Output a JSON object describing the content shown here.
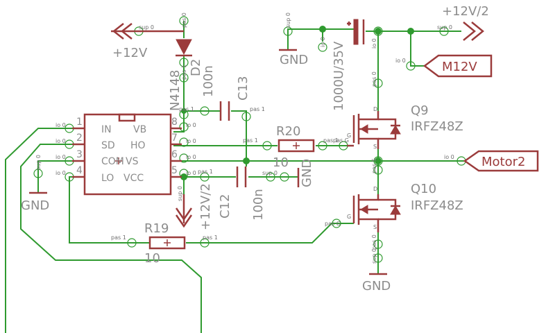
{
  "colors": {
    "wire": "#2f9a2f",
    "symbol": "#9b3b3b",
    "text": "#8c8c8c",
    "background": "#ffffff"
  },
  "labels": {
    "p12v_left": "+12V",
    "p12v2_top": "+12V/2",
    "p12v2_rot": "+12V/2",
    "gnd_left": "GND",
    "gnd_top": "GND",
    "gnd_mid": "GND",
    "gnd_bottom": "GND",
    "m12v": "M12V",
    "motor2": "Motor2"
  },
  "ic": {
    "pins_left": [
      "1",
      "2",
      "3",
      "4"
    ],
    "pins_right": [
      "8",
      "7",
      "6",
      "5"
    ],
    "inner_left": [
      "IN",
      "SD",
      "COM",
      "LO"
    ],
    "inner_right": [
      "VB",
      "HO",
      "VS",
      "VCC"
    ]
  },
  "parts": {
    "d2_name": "D2",
    "d2_value": "N4148",
    "c13_name": "C13",
    "c13_value": "100n",
    "c12_name": "C12",
    "c12_value": "100n",
    "r20_name": "R20",
    "r20_value": "10",
    "r19_name": "R19",
    "r19_value": "10",
    "cap_value": "1000U/35V",
    "q9_name": "Q9",
    "q9_value": "IRFZ48Z",
    "q10_name": "Q10",
    "q10_value": "IRFZ48Z"
  },
  "small": {
    "sup0": "sup 0",
    "pas0": "pas 0",
    "pas1": "pas 1",
    "io0": "io 0",
    "pasg": "pas G",
    "pasd": "pas D",
    "pass": "pas S",
    "d": "D",
    "g": "G",
    "s": "S"
  }
}
